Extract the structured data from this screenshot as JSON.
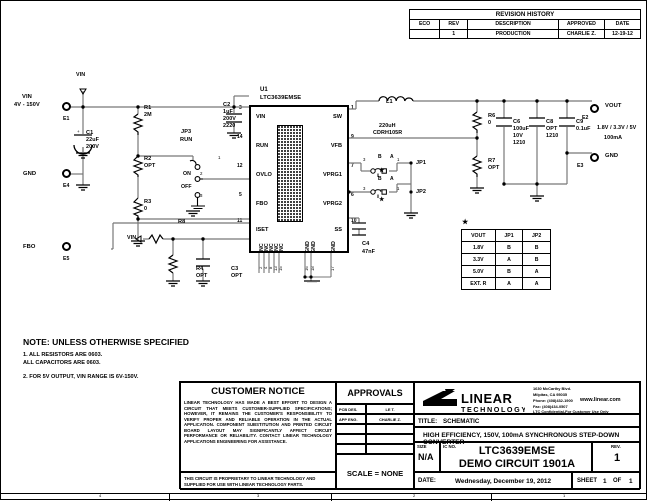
{
  "sheet": {
    "border_ticks": [
      "4",
      "3",
      "2",
      "1"
    ]
  },
  "revision_history": {
    "title": "REVISION HISTORY",
    "columns": [
      "ECO",
      "REV",
      "DESCRIPTION",
      "APPROVED",
      "DATE"
    ],
    "rows": [
      {
        "eco": "",
        "rev": "1",
        "description": "PRODUCTION",
        "approved": "CHARLIE Z.",
        "date": "12-19-12"
      }
    ]
  },
  "ic": {
    "refdes": "U1",
    "part": "LTC3639EMSE",
    "left_pins": [
      {
        "num": "3",
        "label": "VIN"
      },
      {
        "num": "14",
        "label": "RUN"
      },
      {
        "num": "12",
        "label": "OVLO"
      },
      {
        "num": "5",
        "label": "FBO"
      },
      {
        "num": "11",
        "label": "ISET"
      }
    ],
    "right_pins": [
      {
        "num": "1",
        "label": "SW"
      },
      {
        "num": "9",
        "label": "VFB"
      },
      {
        "num": "7",
        "label": "VPRG1"
      },
      {
        "num": "6",
        "label": "VPRG2"
      },
      {
        "num": "10",
        "label": "SS"
      }
    ],
    "bottom_pins": [
      {
        "num": "2",
        "label": "NC"
      },
      {
        "num": "4",
        "label": "NC"
      },
      {
        "num": "8",
        "label": "NC"
      },
      {
        "num": "13",
        "label": "NC"
      },
      {
        "num": "15",
        "label": "NC"
      },
      {
        "num": "16",
        "label": "GND"
      },
      {
        "num": "18",
        "label": "GND"
      },
      {
        "num": "17",
        "label": "GND"
      }
    ]
  },
  "terminals": [
    {
      "id": "E1",
      "name": "VIN",
      "sub": "4V - 150V"
    },
    {
      "id": "E4",
      "name": "GND",
      "sub": ""
    },
    {
      "id": "E5",
      "name": "FBO",
      "sub": ""
    },
    {
      "id": "E2",
      "name": "VOUT",
      "sub": "1.8V / 3.3V / 5V",
      "sub2": "100mA"
    },
    {
      "id": "E3",
      "name": "GND",
      "sub": ""
    }
  ],
  "net_labels": [
    {
      "name": "VIN",
      "at": "top-of-E1"
    },
    {
      "name": "VIN",
      "at": "R8-left"
    }
  ],
  "components": [
    {
      "ref": "C1",
      "value": "22uF",
      "spec1": "200V",
      "spec2": ""
    },
    {
      "ref": "R1",
      "value": "2M",
      "spec1": "",
      "spec2": ""
    },
    {
      "ref": "R2",
      "value": "OPT",
      "spec1": "",
      "spec2": ""
    },
    {
      "ref": "R3",
      "value": "0",
      "spec1": "",
      "spec2": ""
    },
    {
      "ref": "C2",
      "value": "1uF",
      "spec1": "200V",
      "spec2": "2220"
    },
    {
      "ref": "R8",
      "value": "OPT",
      "spec1": "",
      "spec2": ""
    },
    {
      "ref": "R4",
      "value": "OPT",
      "spec1": "",
      "spec2": ""
    },
    {
      "ref": "C3",
      "value": "OPT",
      "spec1": "",
      "spec2": ""
    },
    {
      "ref": "L1",
      "value": "220uH",
      "spec1": "CDRH105R",
      "spec2": ""
    },
    {
      "ref": "R6",
      "value": "0",
      "spec1": "",
      "spec2": ""
    },
    {
      "ref": "R7",
      "value": "OPT",
      "spec1": "",
      "spec2": ""
    },
    {
      "ref": "C4",
      "value": "47nF",
      "spec1": "",
      "spec2": ""
    },
    {
      "ref": "C6",
      "value": "100uF",
      "spec1": "10V",
      "spec2": "1210"
    },
    {
      "ref": "C8",
      "value": "OPT",
      "spec1": "1210",
      "spec2": ""
    },
    {
      "ref": "C9",
      "value": "0.1uF",
      "spec1": "",
      "spec2": ""
    }
  ],
  "jumpers": {
    "jp3": {
      "ref": "JP3",
      "name": "RUN",
      "positions": [
        "ON",
        "OFF"
      ],
      "pins": [
        "1",
        "2",
        "3"
      ]
    },
    "jp1": {
      "ref": "JP1",
      "labels": [
        "B",
        "A"
      ],
      "pins": [
        "3",
        "2",
        "1"
      ]
    },
    "jp2": {
      "ref": "JP2",
      "labels": [
        "B",
        "A"
      ],
      "pins": [
        "3",
        "2",
        "1"
      ]
    }
  },
  "vout_table": {
    "columns": [
      "VOUT",
      "JP1",
      "JP2"
    ],
    "rows": [
      [
        "1.8V",
        "B",
        "B"
      ],
      [
        "3.3V",
        "A",
        "B"
      ],
      [
        "5.0V",
        "B",
        "A"
      ],
      [
        "EXT. R",
        "A",
        "A"
      ]
    ]
  },
  "notes": {
    "heading": "NOTE: UNLESS OTHERWISE SPECIFIED",
    "items": [
      "1.  ALL RESISTORS ARE 0603.",
      "     ALL CAPACITORS ARE 0603.",
      "2.  FOR 5V OUTPUT, VIN RANGE IS 6V-150V."
    ]
  },
  "customer_notice": {
    "heading": "CUSTOMER NOTICE",
    "body": "LINEAR TECHNOLOGY HAS MADE A BEST EFFORT TO DESIGN A CIRCUIT THAT MEETS CUSTOMER-SUPPLIED SPECIFICATIONS; HOWEVER, IT REMAINS THE CUSTOMER'S RESPONSIBILITY TO VERIFY PROPER AND RELIABLE OPERATION IN THE ACTUAL APPLICATION.  COMPONENT SUBSTITUTION AND PRINTED CIRCUIT BOARD LAYOUT MAY SIGNIFICANTLY AFFECT CIRCUIT PERFORMANCE OR RELIABILITY.  CONTACT LINEAR TECHNOLOGY APPLICATIONS ENGINEERING FOR ASSISTANCE.",
    "footer": "THIS CIRCUIT IS PROPRIETARY TO LINEAR TECHNOLOGY AND SUPPLIED FOR USE WITH LINEAR TECHNOLOGY PARTS."
  },
  "approvals": {
    "heading": "APPROVALS",
    "rows": [
      {
        "role": "PCB DES.",
        "name": "LE T."
      },
      {
        "role": "APP ENG.",
        "name": "CHARLIE Z."
      },
      {
        "role": "",
        "name": ""
      },
      {
        "role": "",
        "name": ""
      },
      {
        "role": "",
        "name": ""
      }
    ],
    "scale": "SCALE = NONE"
  },
  "company": {
    "name": "LINEAR",
    "name2": "TECHNOLOGY",
    "address1": "1630 McCarthy Blvd.",
    "address2": "Milpitas, CA 95035",
    "phone": "Phone: (408)432-1900",
    "web": "www.linear.com",
    "fax": "Fax: (408)434-0507",
    "confidential": "LTC Confidential-For Customer Use Only"
  },
  "titleblock": {
    "title_label": "TITLE:",
    "title_value": "SCHEMATIC",
    "subtitle": "HIGH EFFICIENCY, 150V, 100mA SYNCHRONOUS STEP-DOWN CONVERTER",
    "size_label": "SIZE",
    "size_value": "N/A",
    "icno_label": "IC NO.",
    "part_line1": "LTC3639EMSE",
    "part_line2": "DEMO CIRCUIT 1901A",
    "rev_label": "REV.",
    "rev_value": "1",
    "date_label": "DATE:",
    "date_value": "Wednesday, December 19, 2012",
    "sheet_label": "SHEET",
    "sheet_num": "1",
    "of_label": "OF",
    "sheet_total": "1"
  }
}
